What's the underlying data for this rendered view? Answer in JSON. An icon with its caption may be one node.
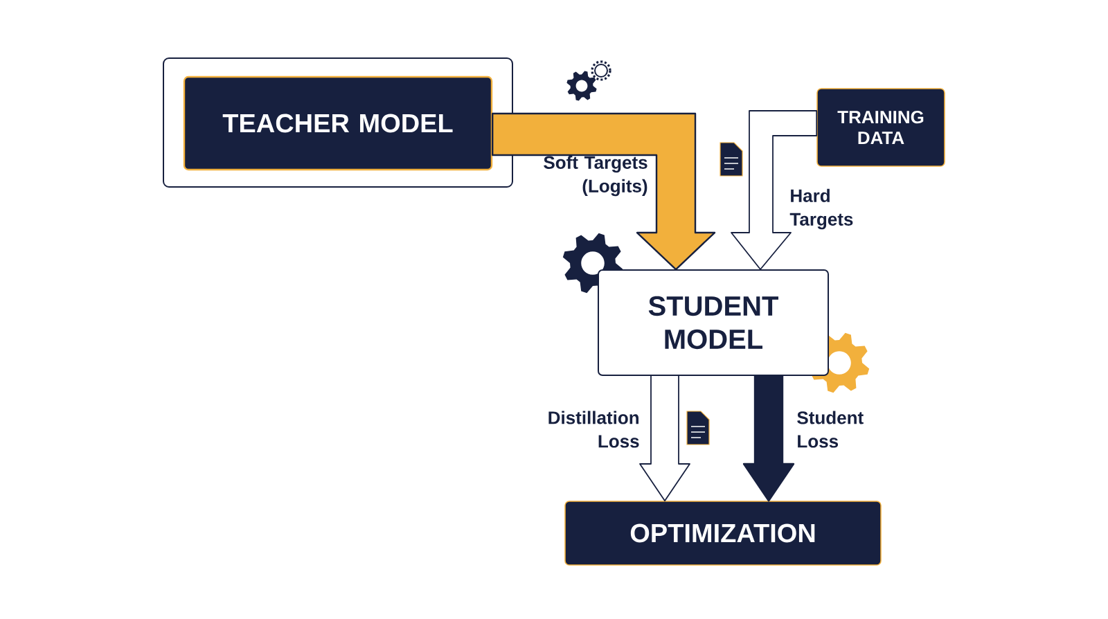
{
  "diagram": {
    "nodes": [
      {
        "text": [
          "TEACHER MODEL"
        ]
      },
      {
        "text": [
          "TRAINING DATA"
        ]
      },
      {
        "text": [
          "STUDENT MODEL"
        ]
      },
      {
        "text": [
          "OPTIMIZATION"
        ]
      }
    ],
    "edges": [
      {
        "from": 0,
        "to": 2,
        "arrow": "to",
        "label": "Soft Targets (Logits)",
        "style": "thick",
        "color": "#f2b03c"
      },
      {
        "from": 1,
        "to": 2,
        "arrow": "to",
        "label": "Hard Targets"
      },
      {
        "from": 2,
        "to": 3,
        "arrow": "to",
        "label": "Distillation Loss"
      },
      {
        "from": 2,
        "to": 3,
        "arrow": "to",
        "label": "Student Loss",
        "style": "thick",
        "color": "#17203f"
      }
    ]
  }
}
